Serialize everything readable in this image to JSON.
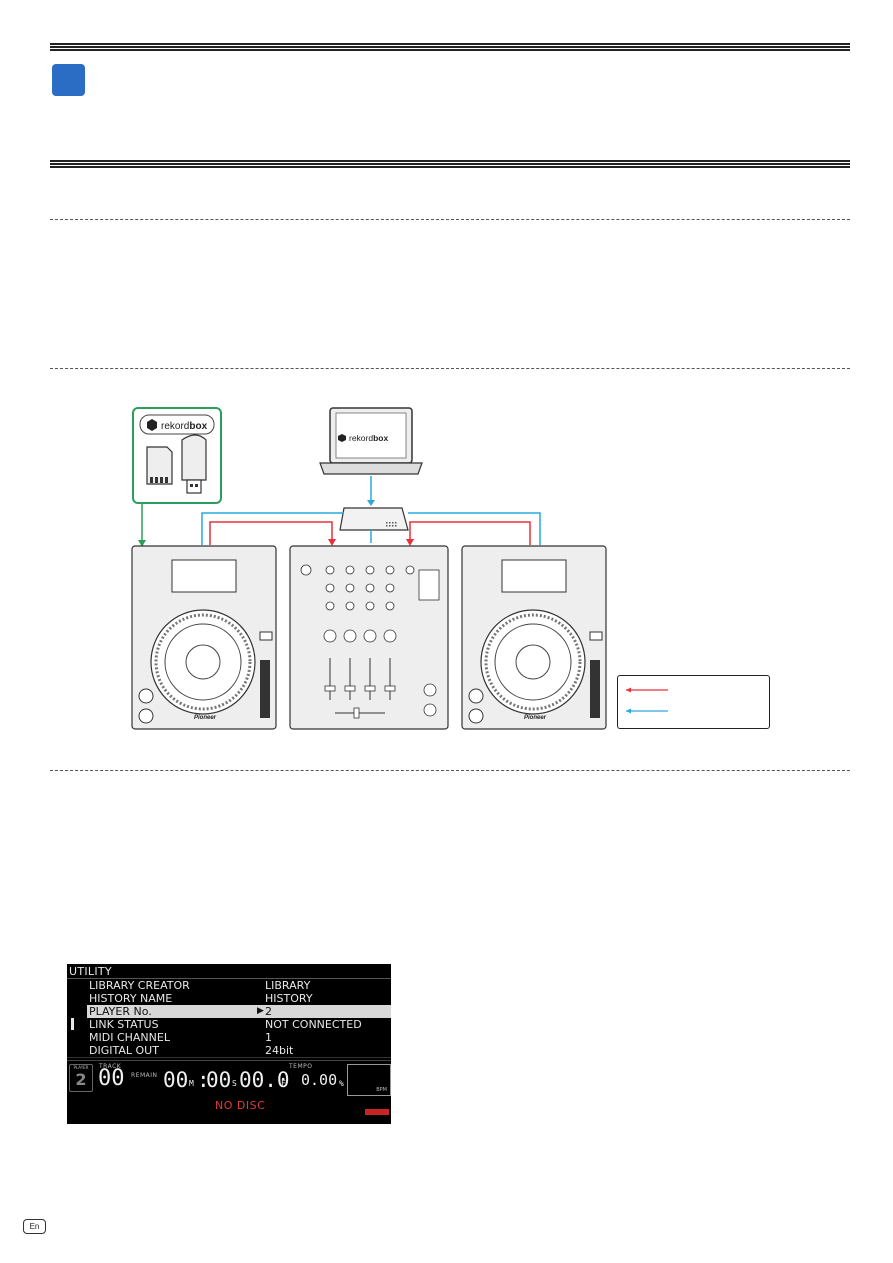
{
  "diagram": {
    "rekordbox_logo_text_a": "rekord",
    "rekordbox_logo_text_b": "box",
    "brand": "Pioneer",
    "colors": {
      "red_line": "#e8313a",
      "blue_line": "#2aa8e0",
      "green_line": "#2a9e5a"
    }
  },
  "lcd": {
    "title": "UTILITY",
    "rows": [
      {
        "label": "LIBRARY CREATOR",
        "value": "LIBRARY"
      },
      {
        "label": "HISTORY NAME",
        "value": "HISTORY"
      },
      {
        "label": "PLAYER No.",
        "value": "2"
      },
      {
        "label": "LINK STATUS",
        "value": "NOT CONNECTED"
      },
      {
        "label": "MIDI CHANNEL",
        "value": "1"
      },
      {
        "label": "DIGITAL OUT",
        "value": "24bit"
      }
    ],
    "track_label": "TRACK",
    "track_value": "00",
    "remain_label": "REMAIN",
    "time_min": "00",
    "time_min_unit": "M",
    "time_sec": "00",
    "time_sec_unit": "S",
    "time_frame": "00.0",
    "time_frame_unit": "F",
    "tempo_label": "TEMPO",
    "tempo_value": "0.00",
    "tempo_unit": "%",
    "bpm_label": "BPM",
    "player_label": "PLAYER",
    "player_number": "2",
    "status": "NO DISC"
  },
  "page_badge": "En"
}
